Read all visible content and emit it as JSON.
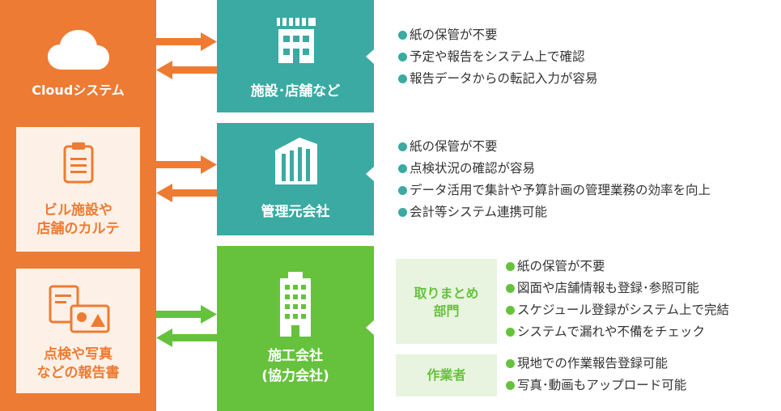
{
  "cloud": {
    "label": "Cloudシステム"
  },
  "cards": [
    {
      "label_line1": "ビル施設や",
      "label_line2": "店舗のカルテ",
      "icon": "clipboard-icon"
    },
    {
      "label_line1": "点検や写真",
      "label_line2": "などの報告書",
      "icon": "document-image-icon"
    }
  ],
  "mid": {
    "facility": {
      "label": "施設･店舗など",
      "icon": "store-icon"
    },
    "management": {
      "label": "管理元会社",
      "icon": "office-building-icon"
    },
    "contractor": {
      "label_line1": "施工会社",
      "label_line2": "(協力会社)",
      "icon": "apartment-building-icon"
    }
  },
  "facility_benefits": [
    "紙の保管が不要",
    "予定や報告をシステム上で確認",
    "報告データからの転記入力が容易"
  ],
  "management_benefits": [
    "紙の保管が不要",
    "点検状況の確認が容易",
    "データ活用で集計や予算計画の管理業務の効率を向上",
    "会計等システム連携可能"
  ],
  "contractor_roles": [
    {
      "role_line1": "取りまとめ",
      "role_line2": "部門",
      "benefits": [
        "紙の保管が不要",
        "図面や店舗情報も登録･参照可能",
        "スケジュール登録がシステム上で完結",
        "システムで漏れや不備をチェック"
      ]
    },
    {
      "role_line1": "作業者",
      "role_line2": "",
      "benefits": [
        "現地での作業報告登録可能",
        "写真･動画もアップロード可能"
      ]
    }
  ],
  "colors": {
    "orange": "#ee7b33",
    "teal": "#3aaaa2",
    "green": "#66c23d",
    "card_bg": "#fdf1e7",
    "role_bg": "#e8f4df"
  }
}
